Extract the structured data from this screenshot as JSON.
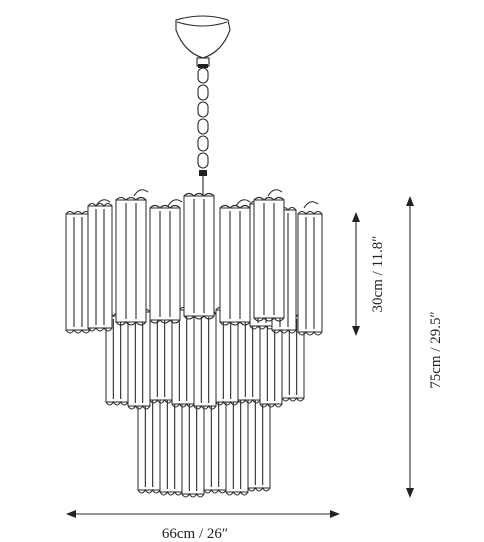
{
  "dimensions": {
    "width_label": "66cm / 26″",
    "small_height_label": "30cm / 11.8″",
    "total_height_label": "75cm / 29.5″"
  },
  "product": {
    "illustration_icon": "chandelier-line-drawing"
  },
  "colors": {
    "stroke": "#2a2a2a",
    "background": "#ffffff"
  }
}
